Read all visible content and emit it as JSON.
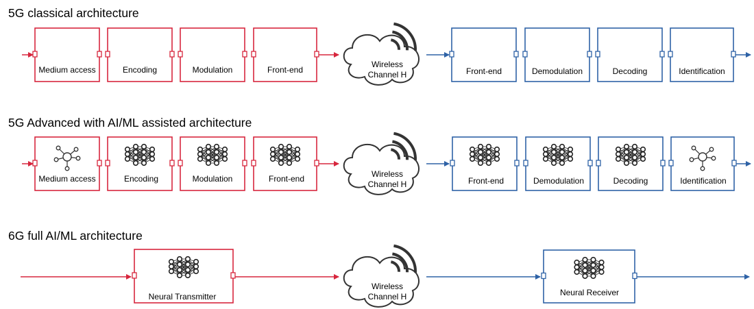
{
  "colors": {
    "tx": "#d7263d",
    "rx": "#2e62a6",
    "port_fill": "#ffffff"
  },
  "rows": [
    {
      "title": "5G classical architecture",
      "tx_blocks": [
        {
          "label": "Medium access",
          "icon": ""
        },
        {
          "label": "Encoding",
          "icon": ""
        },
        {
          "label": "Modulation",
          "icon": ""
        },
        {
          "label": "Front-end",
          "icon": ""
        }
      ],
      "channel": {
        "line1": "Wireless",
        "line2": "Channel H"
      },
      "rx_blocks": [
        {
          "label": "Front-end",
          "icon": ""
        },
        {
          "label": "Demodulation",
          "icon": ""
        },
        {
          "label": "Decoding",
          "icon": ""
        },
        {
          "label": "Identification",
          "icon": ""
        }
      ]
    },
    {
      "title": "5G Advanced with AI/ML assisted architecture",
      "tx_blocks": [
        {
          "label": "Medium access",
          "icon": "ml-graph-icon"
        },
        {
          "label": "Encoding",
          "icon": "neural-network-icon"
        },
        {
          "label": "Modulation",
          "icon": "neural-network-icon"
        },
        {
          "label": "Front-end",
          "icon": "neural-network-icon"
        }
      ],
      "channel": {
        "line1": "Wireless",
        "line2": "Channel H"
      },
      "rx_blocks": [
        {
          "label": "Front-end",
          "icon": "neural-network-icon"
        },
        {
          "label": "Demodulation",
          "icon": "neural-network-icon"
        },
        {
          "label": "Decoding",
          "icon": "neural-network-icon"
        },
        {
          "label": "Identification",
          "icon": "ml-graph-icon"
        }
      ]
    },
    {
      "title": "6G full AI/ML architecture",
      "tx_blocks": [
        {
          "label": "Neural Transmitter",
          "icon": "neural-network-icon"
        }
      ],
      "channel": {
        "line1": "Wireless",
        "line2": "Channel H"
      },
      "rx_blocks": [
        {
          "label": "Neural Receiver",
          "icon": "neural-network-icon"
        }
      ]
    }
  ]
}
